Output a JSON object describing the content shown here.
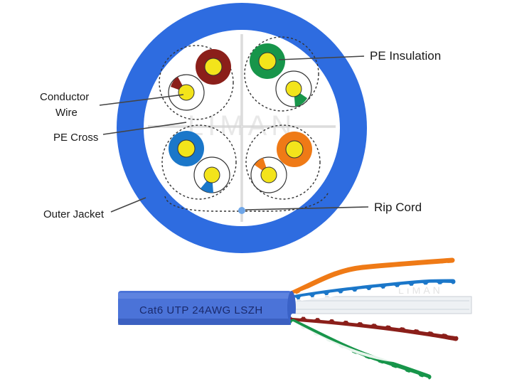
{
  "labels": {
    "pe_insulation": "PE Insulation",
    "conductor_wire_line1": "Conductor",
    "conductor_wire_line2": "Wire",
    "pe_cross": "PE Cross",
    "outer_jacket": "Outer Jacket",
    "rip_cord": "Rip Cord"
  },
  "watermark": "LIMAN",
  "cable_print": "Cat6 UTP 24AWG LSZH",
  "colors": {
    "outer_jacket": "#2e6ce0",
    "outer_jacket_dark": "#1f55c4",
    "cable_body": "#4b73d8",
    "conductor": "#f3e41b",
    "pair_brown": "#8b1f1a",
    "pair_green": "#17954a",
    "pair_blue": "#1b77c9",
    "pair_orange": "#ef7a16",
    "rip_cord": "#6fa6e8",
    "callout_line": "#444444"
  },
  "pairs": [
    {
      "name": "brown-pair",
      "color_key": "pair_brown"
    },
    {
      "name": "green-pair",
      "color_key": "pair_green"
    },
    {
      "name": "blue-pair",
      "color_key": "pair_blue"
    },
    {
      "name": "orange-pair",
      "color_key": "pair_orange"
    }
  ]
}
